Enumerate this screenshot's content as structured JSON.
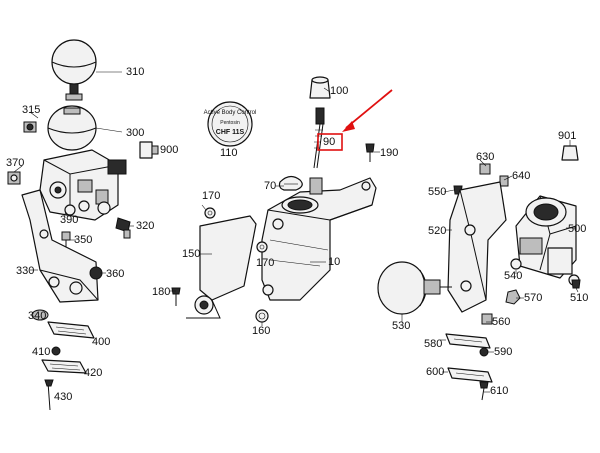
{
  "diagram": {
    "part_labels": [
      "310",
      "315",
      "300",
      "900",
      "370",
      "390",
      "320",
      "350",
      "330",
      "360",
      "340",
      "400",
      "410",
      "420",
      "430",
      "100",
      "90",
      "110",
      "190",
      "70",
      "170",
      "150",
      "170",
      "180",
      "10",
      "160",
      "630",
      "640",
      "901",
      "550",
      "520",
      "500",
      "540",
      "510",
      "530",
      "570",
      "560",
      "580",
      "590",
      "600",
      "610"
    ],
    "cap_text_top": "Active Body Control",
    "cap_text_mid": "Pentosin",
    "cap_text_bot": "CHF 11S",
    "highlight_color": "#e01010",
    "icons": [
      "reservoir-cap-icon",
      "accumulator-icon",
      "pump-icon",
      "valve-block-icon",
      "motor-icon"
    ]
  }
}
